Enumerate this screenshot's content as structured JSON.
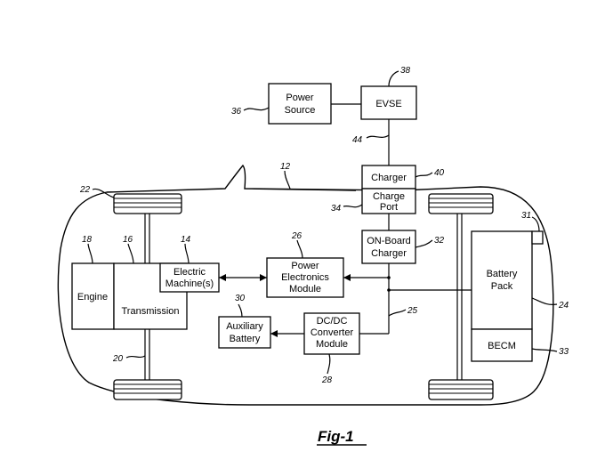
{
  "figure_label": "Fig-1",
  "boxes": {
    "power_source": [
      "Power",
      "Source"
    ],
    "evse": [
      "EVSE"
    ],
    "charger": [
      "Charger"
    ],
    "charge_port": [
      "Charge",
      "Port"
    ],
    "onboard_charger": [
      "ON-Board",
      "Charger"
    ],
    "power_electronics": [
      "Power",
      "Electronics",
      "Module"
    ],
    "electric_machine": [
      "Electric",
      "Machine(s)"
    ],
    "engine": [
      "Engine"
    ],
    "transmission": [
      "Transmission"
    ],
    "aux_battery": [
      "Auxiliary",
      "Battery"
    ],
    "dcdc": [
      "DC/DC",
      "Converter",
      "Module"
    ],
    "battery_pack": [
      "Battery",
      "Pack"
    ],
    "becm": [
      "BECM"
    ]
  },
  "refs": {
    "r12": "12",
    "r14": "14",
    "r16": "16",
    "r18": "18",
    "r20": "20",
    "r22": "22",
    "r24": "24",
    "r25": "25",
    "r26": "26",
    "r28": "28",
    "r30": "30",
    "r31": "31",
    "r32": "32",
    "r33": "33",
    "r34": "34",
    "r36": "36",
    "r38": "38",
    "r40": "40",
    "r44": "44"
  }
}
